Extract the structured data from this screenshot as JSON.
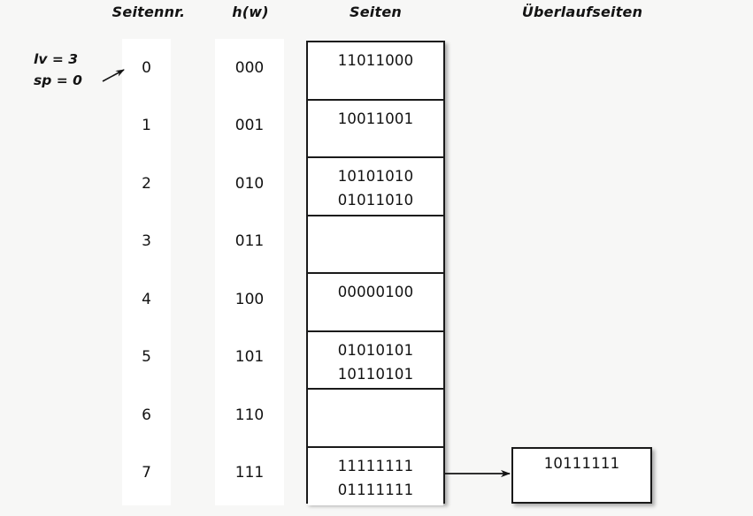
{
  "headers": {
    "seitennr": "Seitennr.",
    "hw": "h(w)",
    "seiten": "Seiten",
    "ueberlaufseiten": "Überlaufseiten"
  },
  "annotation": {
    "lv": "lv = 3",
    "sp": "sp = 0"
  },
  "rows": [
    {
      "seitennr": "0",
      "hw": "000",
      "lines": [
        "11011000"
      ]
    },
    {
      "seitennr": "1",
      "hw": "001",
      "lines": [
        "10011001"
      ]
    },
    {
      "seitennr": "2",
      "hw": "010",
      "lines": [
        "10101010",
        "01011010"
      ]
    },
    {
      "seitennr": "3",
      "hw": "011",
      "lines": []
    },
    {
      "seitennr": "4",
      "hw": "100",
      "lines": [
        "00000100"
      ]
    },
    {
      "seitennr": "5",
      "hw": "101",
      "lines": [
        "01010101",
        "10110101"
      ]
    },
    {
      "seitennr": "6",
      "hw": "110",
      "lines": []
    },
    {
      "seitennr": "7",
      "hw": "111",
      "lines": [
        "11111111",
        "01111111"
      ]
    }
  ],
  "overflow_pages": [
    {
      "from_row": 7,
      "value": "10111111"
    }
  ],
  "colors": {
    "background": "#f7f7f6",
    "cell_background": "#ffffff",
    "border": "#1a1a1a",
    "text": "#121212"
  }
}
